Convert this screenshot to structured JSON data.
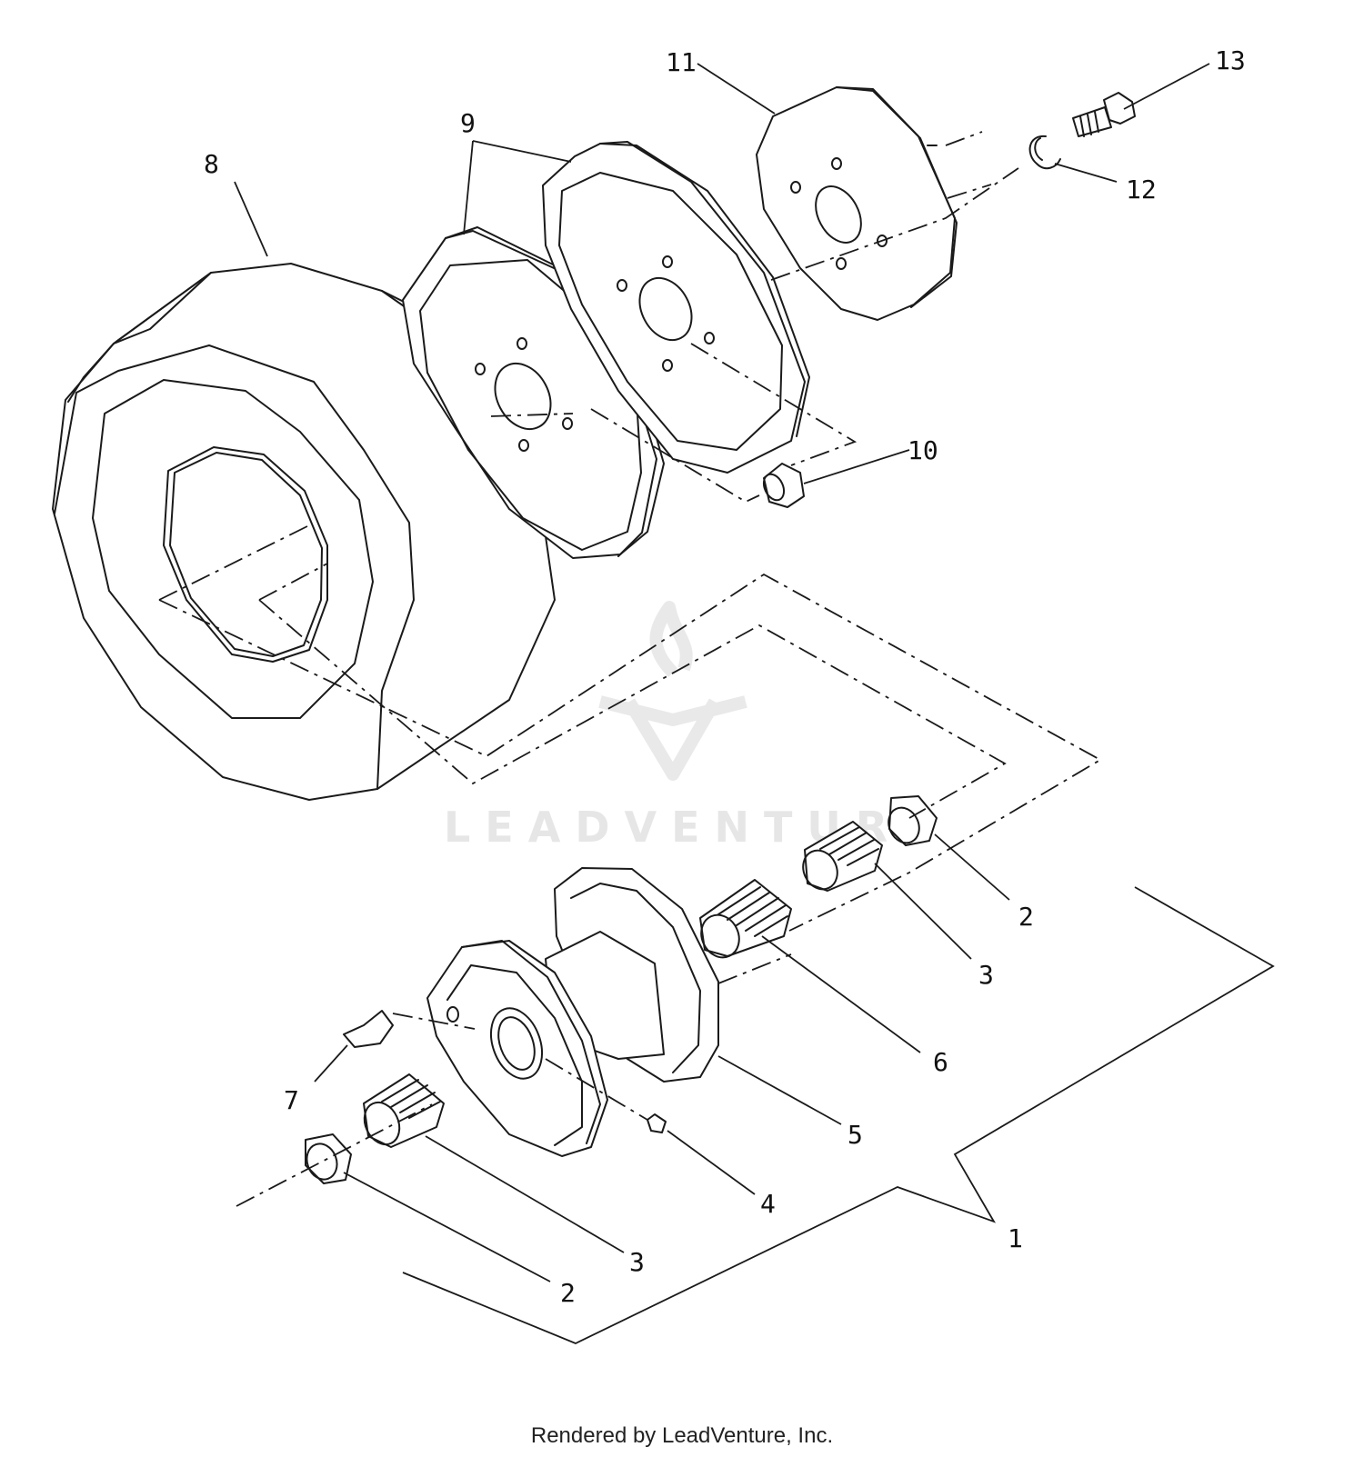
{
  "diagram": {
    "callouts": {
      "c1": "1",
      "c2_upper": "2",
      "c2_lower": "2",
      "c3_upper": "3",
      "c3_lower": "3",
      "c4": "4",
      "c5": "5",
      "c6": "6",
      "c7": "7",
      "c8": "8",
      "c9": "9",
      "c10": "10",
      "c11": "11",
      "c12": "12",
      "c13": "13"
    },
    "watermark": "LEADVENTURE",
    "credit": "Rendered by LeadVenture, Inc."
  },
  "colors": {
    "line": "#1a1a1a",
    "background": "#ffffff",
    "watermark": "#e6e6e6"
  }
}
